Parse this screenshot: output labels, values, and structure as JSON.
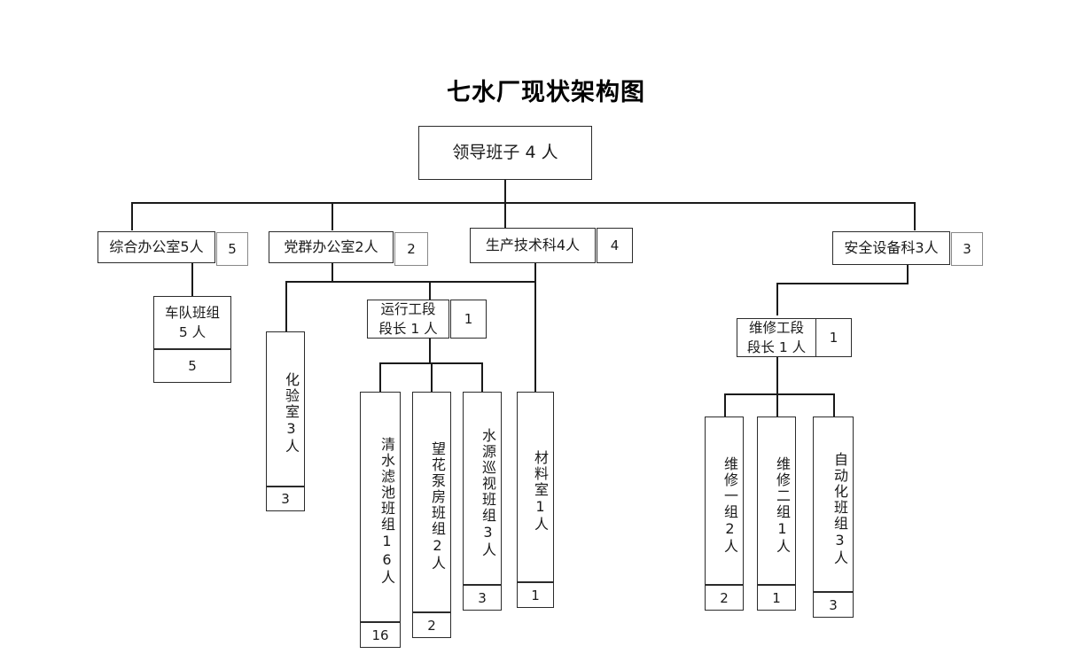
{
  "chart": {
    "title": "七水厂现状架构图",
    "type": "org-chart"
  },
  "nodes": {
    "root": {
      "label": "领导班子 4 人"
    },
    "general_office": {
      "label": "综合办公室5人",
      "count": "5"
    },
    "party_office": {
      "label": "党群办公室2人",
      "count": "2"
    },
    "production_tech": {
      "label": "生产技术科4人",
      "count": "4"
    },
    "safety_equipment": {
      "label": "安全设备科3人",
      "count": "3"
    },
    "fleet_team": {
      "line1": "车队班组",
      "line2": "5 人",
      "count": "5"
    },
    "lab_room": {
      "label": "化验室3人",
      "count": "3"
    },
    "operation_section": {
      "line1": "运行工段",
      "line2": "段长 1 人",
      "count": "1"
    },
    "maintenance_section": {
      "line1": "维修工段",
      "line2": "段长 1 人",
      "count": "1"
    },
    "clearwater_filter_team": {
      "label": "清水滤池班组16人",
      "count": "16"
    },
    "wanghua_pump_team": {
      "label": "望花泵房班组2人",
      "count": "2"
    },
    "water_source_patrol_team": {
      "label": "水源巡视班组3人",
      "count": "3"
    },
    "material_room": {
      "label": "材料室1人",
      "count": "1"
    },
    "repair_group_one": {
      "label": "维修一组2人",
      "count": "2"
    },
    "repair_group_two": {
      "label": "维修二组1人",
      "count": "1"
    },
    "automation_team": {
      "label": "自动化班组3人",
      "count": "3"
    }
  }
}
